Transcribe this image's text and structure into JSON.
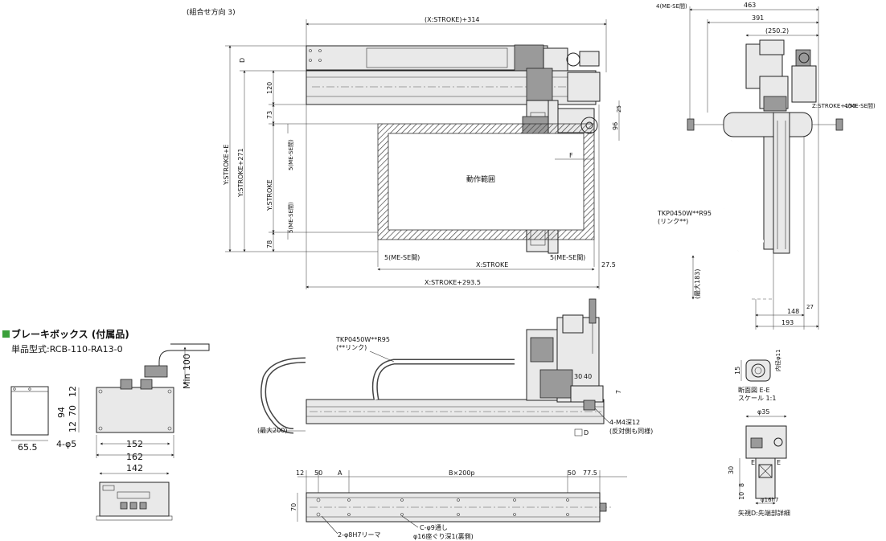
{
  "header": {
    "orientation": "(組合せ方向 3)"
  },
  "top_view": {
    "dim_total_top": "(X:STROKE)+314",
    "dim_d": "D",
    "dim_120": "120",
    "dim_73": "73",
    "dim_78": "78",
    "dim_y_e": "Y:STROKE+E",
    "dim_y_271": "Y:STROKE+271",
    "dim_y_stroke": "Y:STROKE",
    "dim_me_se_1": "5(ME-SE間)",
    "dim_me_se_2": "5(ME-SE間)",
    "dim_me_se_3": "5(ME-SE間)",
    "dim_me_se_4": "5(ME-SE間)",
    "dim_x_stroke": "X:STROKE",
    "dim_x_2935": "X:STROKE+293.5",
    "dim_275": "27.5",
    "dim_96": "96",
    "dim_25": "25",
    "dim_f": "F",
    "range_label": "動作範囲"
  },
  "side_view_right": {
    "dim_me_se": "4(ME-SE間)",
    "dim_463": "463",
    "dim_391": "391",
    "dim_2502": "(250.2)",
    "dim_z_stroke": "Z:STROKE+150",
    "dim_me_se_r": "4(ME-SE間)",
    "cable_label_1": "TKP0450W**R95",
    "cable_label_2": "(リンク**)",
    "dim_max183": "(最大183)",
    "dim_148": "148",
    "dim_27": "27",
    "dim_193": "193"
  },
  "brake_box": {
    "title": "ブレーキボックス (付属品)",
    "model": "単品型式:RCB-110-RA13-0",
    "dim_min100": "Min 100",
    "dim_94": "94",
    "dim_12": "12",
    "dim_70": "70",
    "dim_655": "65.5",
    "dim_holes": "4-φ5",
    "dim_152": "152",
    "dim_162": "162",
    "dim_142": "142"
  },
  "front_view": {
    "cable_label_1": "TKP0450W**R95",
    "cable_label_2": "(**リンク)",
    "dim_30": "30",
    "dim_40": "40",
    "dim_7": "7",
    "tap_1": "4-M4深12",
    "tap_2": "(反対側も同様)",
    "dim_max200": "(最大200)",
    "view_d": "D"
  },
  "bottom_view": {
    "dim_12": "12",
    "dim_50a": "50",
    "dim_a": "A",
    "dim_b": "B×200p",
    "dim_50b": "50",
    "dim_775": "77.5",
    "dim_70": "70",
    "reamer": "2-φ8H7リーマ",
    "hole_1": "C-φ9通し",
    "hole_2": "φ16座ぐり深1(裏側)"
  },
  "section_ee": {
    "dim_15": "15",
    "dim_inner": "内径φ11",
    "title": "断面図 E-E",
    "scale": "スケール 1:1"
  },
  "detail_d": {
    "dim_35": "φ35",
    "dim_30": "30",
    "dim_8": "8",
    "dim_10": "10",
    "mark_e1": "E",
    "mark_e2": "E",
    "dim_shaft": "φ16h7",
    "title": "矢視D:先端部詳細"
  }
}
